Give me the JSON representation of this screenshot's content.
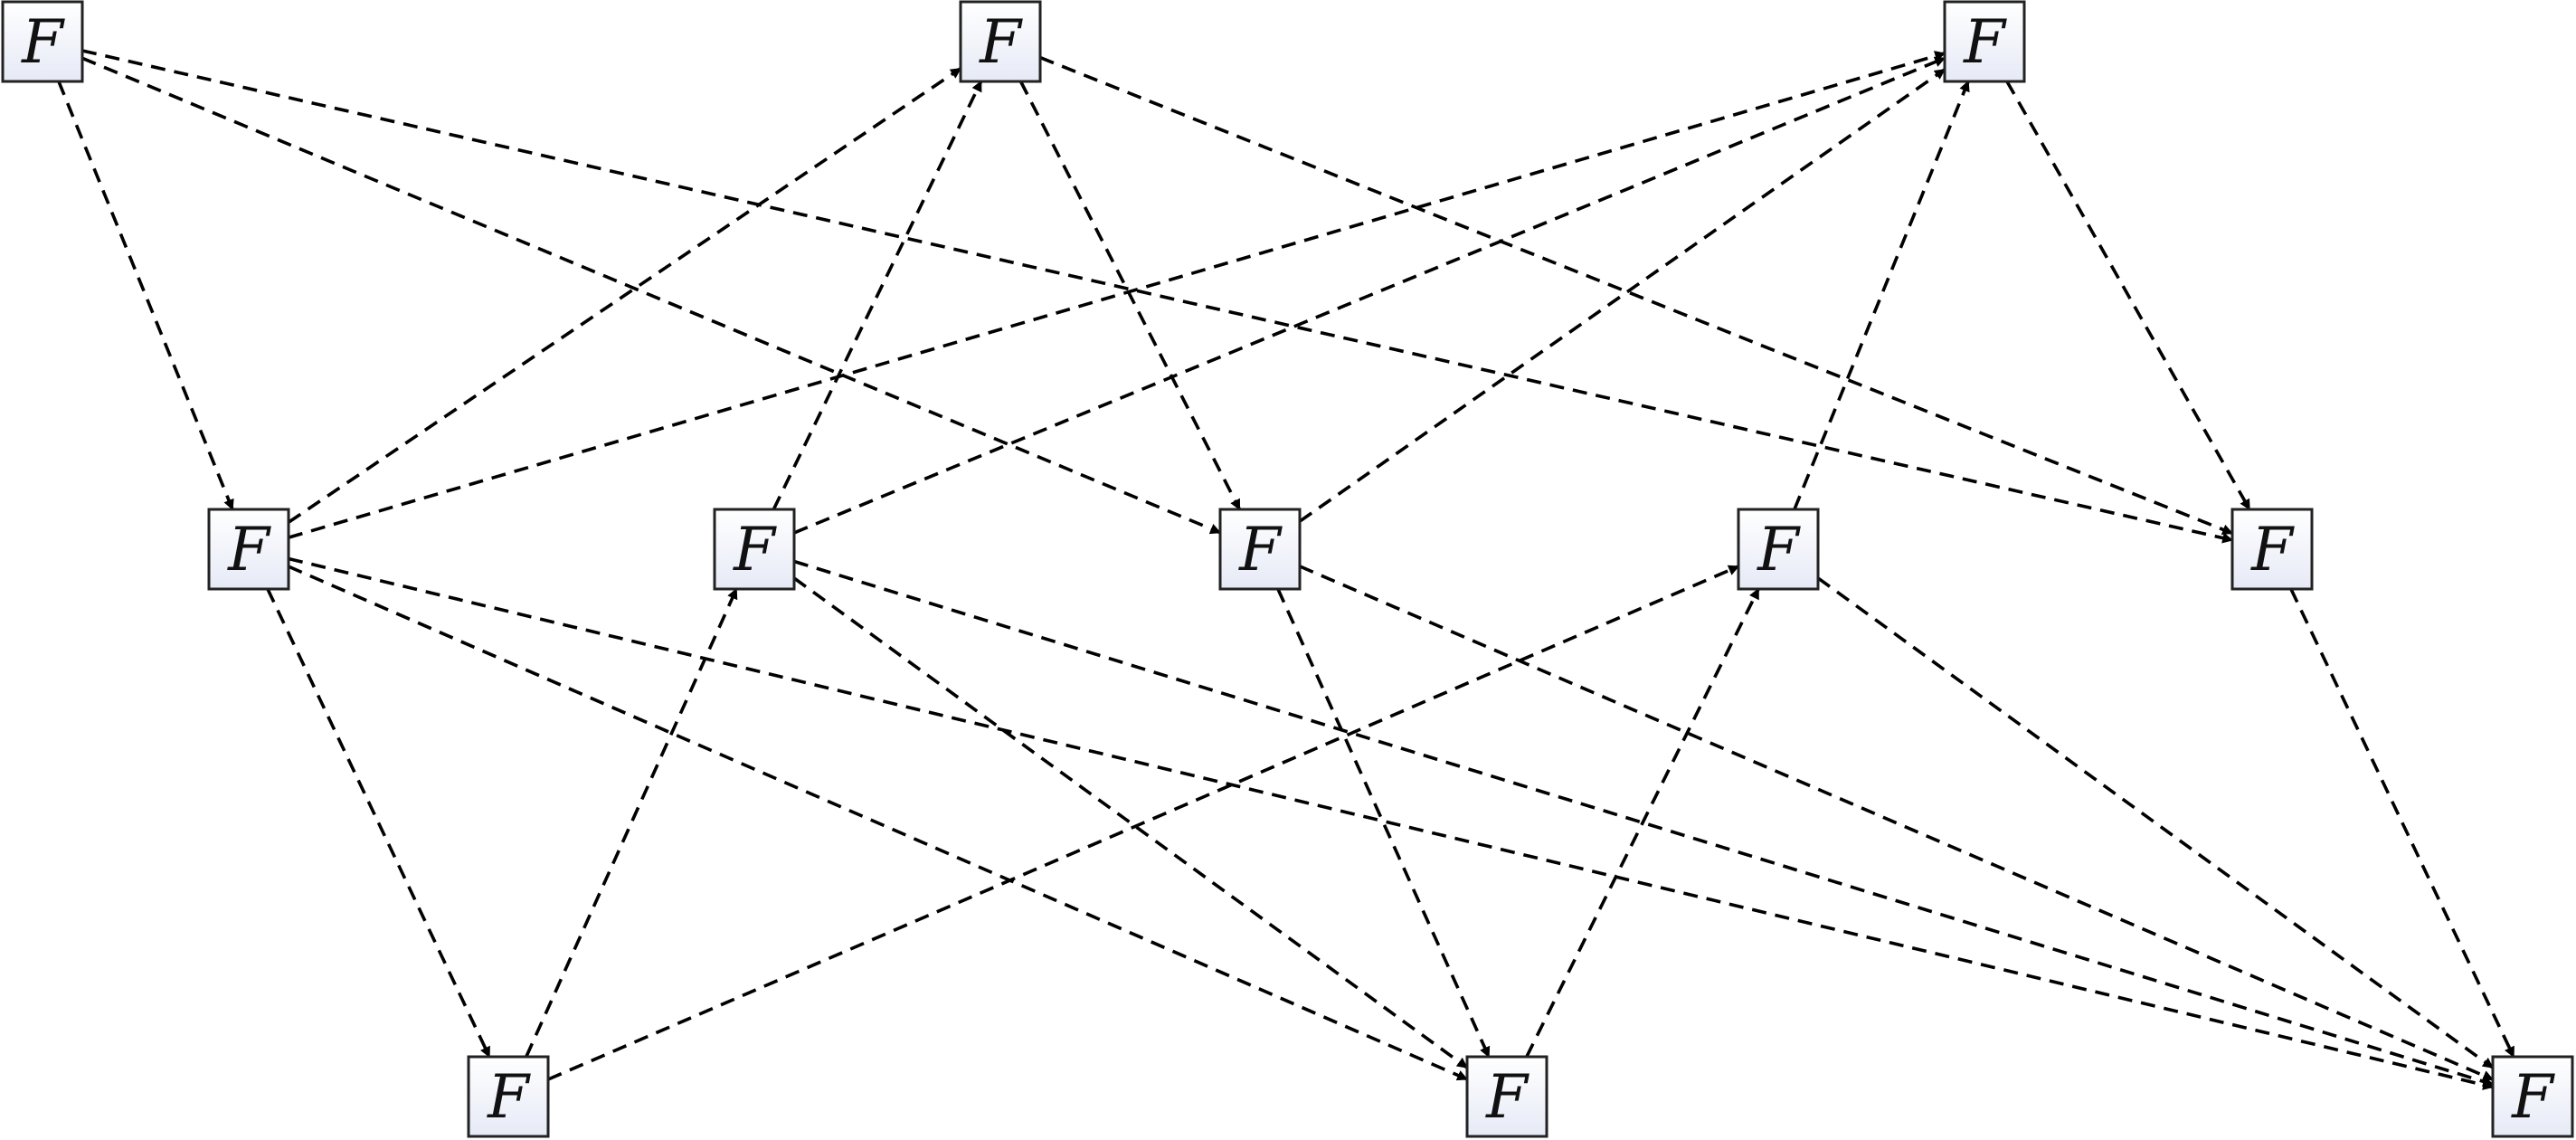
{
  "diagram": {
    "node_fill_top": "#ffffff",
    "node_fill_bottom": "#e6eaf6",
    "edge_color": "#000000",
    "edge_style": "dashed-arrow",
    "nodes": [
      {
        "id": "top-left",
        "label": "F"
      },
      {
        "id": "top-center",
        "label": "F"
      },
      {
        "id": "top-right",
        "label": "F"
      },
      {
        "id": "mid-1",
        "label": "F"
      },
      {
        "id": "mid-2",
        "label": "F"
      },
      {
        "id": "mid-3",
        "label": "F"
      },
      {
        "id": "mid-4",
        "label": "F"
      },
      {
        "id": "mid-5",
        "label": "F"
      },
      {
        "id": "bottom-left",
        "label": "F"
      },
      {
        "id": "bottom-center",
        "label": "F"
      },
      {
        "id": "bottom-right",
        "label": "F"
      }
    ],
    "edges": [
      {
        "from": "top-left",
        "to": "mid-1"
      },
      {
        "from": "top-left",
        "to": "mid-3"
      },
      {
        "from": "top-left",
        "to": "mid-5"
      },
      {
        "from": "mid-1",
        "to": "top-center"
      },
      {
        "from": "mid-2",
        "to": "top-center"
      },
      {
        "from": "top-center",
        "to": "mid-3"
      },
      {
        "from": "top-center",
        "to": "mid-5"
      },
      {
        "from": "mid-1",
        "to": "top-right"
      },
      {
        "from": "mid-2",
        "to": "top-right"
      },
      {
        "from": "mid-3",
        "to": "top-right"
      },
      {
        "from": "mid-4",
        "to": "top-right"
      },
      {
        "from": "top-right",
        "to": "mid-5"
      },
      {
        "from": "mid-1",
        "to": "bottom-left"
      },
      {
        "from": "mid-1",
        "to": "bottom-center"
      },
      {
        "from": "mid-1",
        "to": "bottom-right"
      },
      {
        "from": "bottom-left",
        "to": "mid-2"
      },
      {
        "from": "mid-2",
        "to": "bottom-center"
      },
      {
        "from": "mid-2",
        "to": "bottom-right"
      },
      {
        "from": "mid-3",
        "to": "bottom-center"
      },
      {
        "from": "mid-3",
        "to": "bottom-right"
      },
      {
        "from": "bottom-left",
        "to": "mid-4"
      },
      {
        "from": "bottom-center",
        "to": "mid-4"
      },
      {
        "from": "mid-4",
        "to": "bottom-right"
      },
      {
        "from": "mid-5",
        "to": "bottom-right"
      }
    ]
  }
}
